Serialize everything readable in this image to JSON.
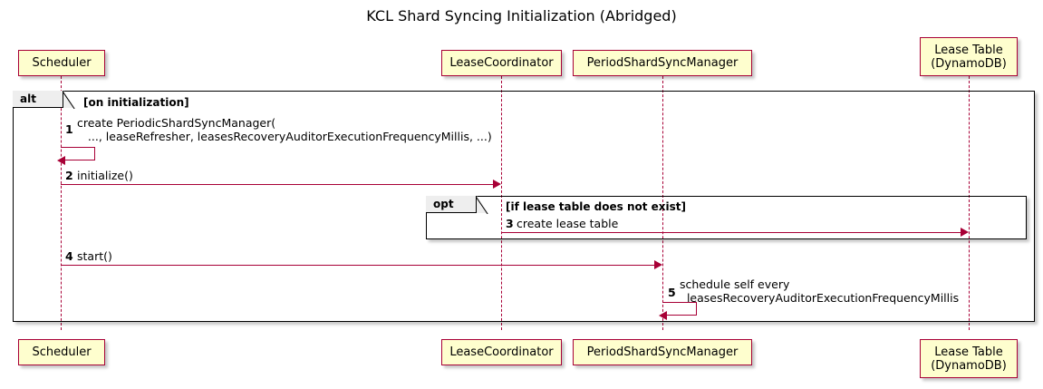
{
  "title": "KCL Shard Syncing Initialization (Abridged)",
  "colors": {
    "participant_fill": "#FEFECE",
    "participant_border": "#A80036",
    "arrow": "#A80036",
    "frame_border": "#000000",
    "frame_tab_fill": "#EEEEEE",
    "background": "#FFFFFF",
    "text": "#000000"
  },
  "participants": [
    {
      "id": "scheduler",
      "label": "Scheduler"
    },
    {
      "id": "leasecoordinator",
      "label": "LeaseCoordinator"
    },
    {
      "id": "periodshardsyncmanager",
      "label": "PeriodShardSyncManager"
    },
    {
      "id": "leasetable",
      "label": "Lease Table\n(DynamoDB)"
    }
  ],
  "fragments": [
    {
      "id": "alt",
      "type": "alt",
      "keyword": "alt",
      "condition": "[on initialization]"
    },
    {
      "id": "opt",
      "type": "opt",
      "keyword": "opt",
      "condition": "[if lease table does not exist]"
    }
  ],
  "messages": [
    {
      "number": "1",
      "from": "scheduler",
      "to": "scheduler",
      "self": true,
      "text": "create PeriodicShardSyncManager(\n   ..., leaseRefresher, leasesRecoveryAuditorExecutionFrequencyMillis, ...)"
    },
    {
      "number": "2",
      "from": "scheduler",
      "to": "leasecoordinator",
      "self": false,
      "text": "initialize()"
    },
    {
      "number": "3",
      "from": "leasecoordinator",
      "to": "leasetable",
      "self": false,
      "text": "create lease table"
    },
    {
      "number": "4",
      "from": "scheduler",
      "to": "periodshardsyncmanager",
      "self": false,
      "text": "start()"
    },
    {
      "number": "5",
      "from": "periodshardsyncmanager",
      "to": "periodshardsyncmanager",
      "self": true,
      "text": "schedule self every\n  leasesRecoveryAuditorExecutionFrequencyMillis"
    }
  ]
}
